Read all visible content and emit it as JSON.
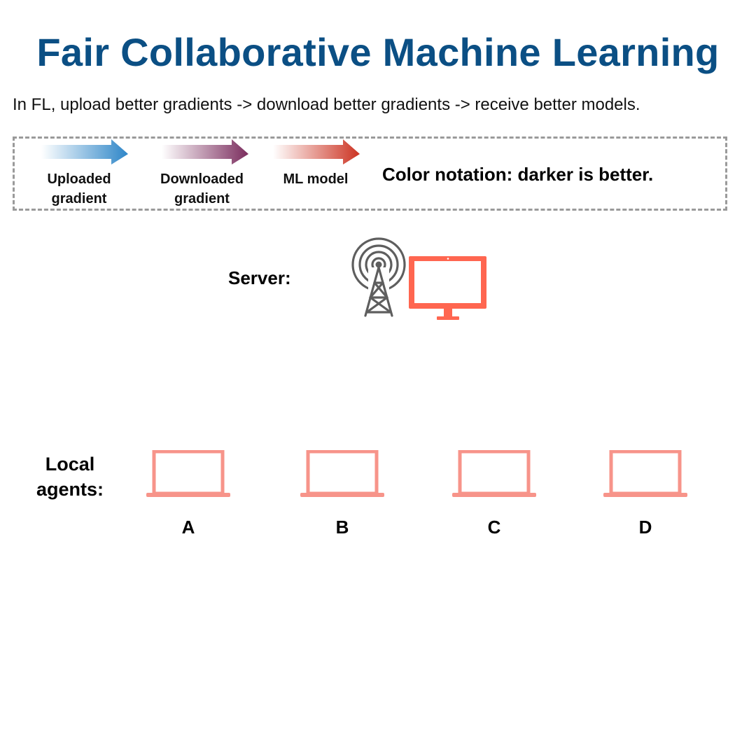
{
  "title": "Fair Collaborative Machine Learning",
  "subtitle": "In FL, upload better gradients -> download better gradients -> receive better models.",
  "legend": {
    "items": [
      {
        "label_line1": "Uploaded",
        "label_line2": "gradient",
        "color": "#2e86c8",
        "icon": "uploaded-gradient-arrow-icon"
      },
      {
        "label_line1": "Downloaded",
        "label_line2": "gradient",
        "color": "#7b2d5e",
        "icon": "downloaded-gradient-arrow-icon"
      },
      {
        "label_line1": "ML model",
        "label_line2": "",
        "color": "#cc3322",
        "icon": "ml-model-arrow-icon"
      }
    ],
    "note": "Color notation: darker is better."
  },
  "server": {
    "label": "Server:",
    "tower_icon": "radio-tower-icon",
    "monitor_icon": "desktop-monitor-icon",
    "tower_color": "#5e5e5e",
    "monitor_color": "#ff6650"
  },
  "agents": {
    "label_line1": "Local",
    "label_line2": "agents:",
    "laptop_icon": "laptop-icon",
    "laptop_color": "#f7948a",
    "items": [
      {
        "letter": "A"
      },
      {
        "letter": "B"
      },
      {
        "letter": "C"
      },
      {
        "letter": "D"
      }
    ]
  }
}
